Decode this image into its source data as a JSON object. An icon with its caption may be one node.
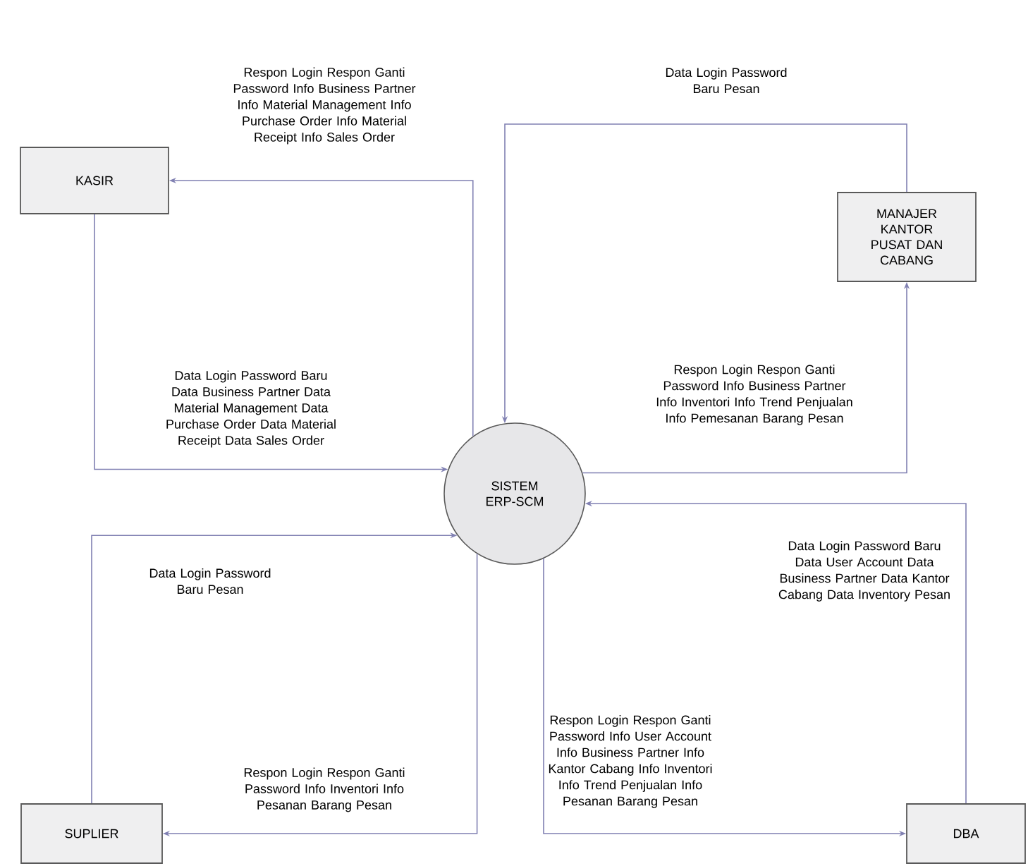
{
  "diagram": {
    "nodes": [
      {
        "text": [
          "KASIR"
        ]
      },
      {
        "text": [
          "MANAJER KANTOR PUSAT DAN CABANG"
        ]
      },
      {
        "text": [
          "SISTEM ERP-SCM"
        ]
      },
      {
        "text": [
          "SUPLIER"
        ]
      },
      {
        "text": [
          "DBA"
        ]
      }
    ],
    "edges": [
      {
        "from": 2,
        "to": 0,
        "arrow": "to",
        "label": "Respon Login Respon Ganti Password Info Business Partner Info Material Management Info Purchase Order Info Material Receipt Info Sales Order"
      },
      {
        "from": 0,
        "to": 2,
        "arrow": "to",
        "label": "Data Login Password Baru Data Business Partner Data Material Management Data Purchase Order Data Material Receipt Data Sales Order"
      },
      {
        "from": 1,
        "to": 2,
        "arrow": "to",
        "label": "Data Login Password Baru Pesan"
      },
      {
        "from": 2,
        "to": 1,
        "arrow": "to",
        "label": "Respon Login Respon Ganti Password Info Business Partner Info Inventori Info Trend Penjualan Info Pemesanan Barang Pesan"
      },
      {
        "from": 4,
        "to": 2,
        "arrow": "to",
        "label": "Data Login Password Baru Data User Account Data Business Partner Data Kantor Cabang Data Inventory Pesan"
      },
      {
        "from": 2,
        "to": 4,
        "arrow": "to",
        "label": "Respon Login Respon Ganti Password Info User Account Info Business Partner Info Kantor Cabang Info Inventori Info Trend Penjualan Info Pesanan Barang Pesan"
      },
      {
        "from": 3,
        "to": 2,
        "arrow": "to",
        "label": "Data Login Password Baru Pesan"
      },
      {
        "from": 2,
        "to": 3,
        "arrow": "to",
        "label": "Respon Login Respon Ganti Password Info Inventori Info Pesanan Barang Pesan"
      }
    ]
  }
}
